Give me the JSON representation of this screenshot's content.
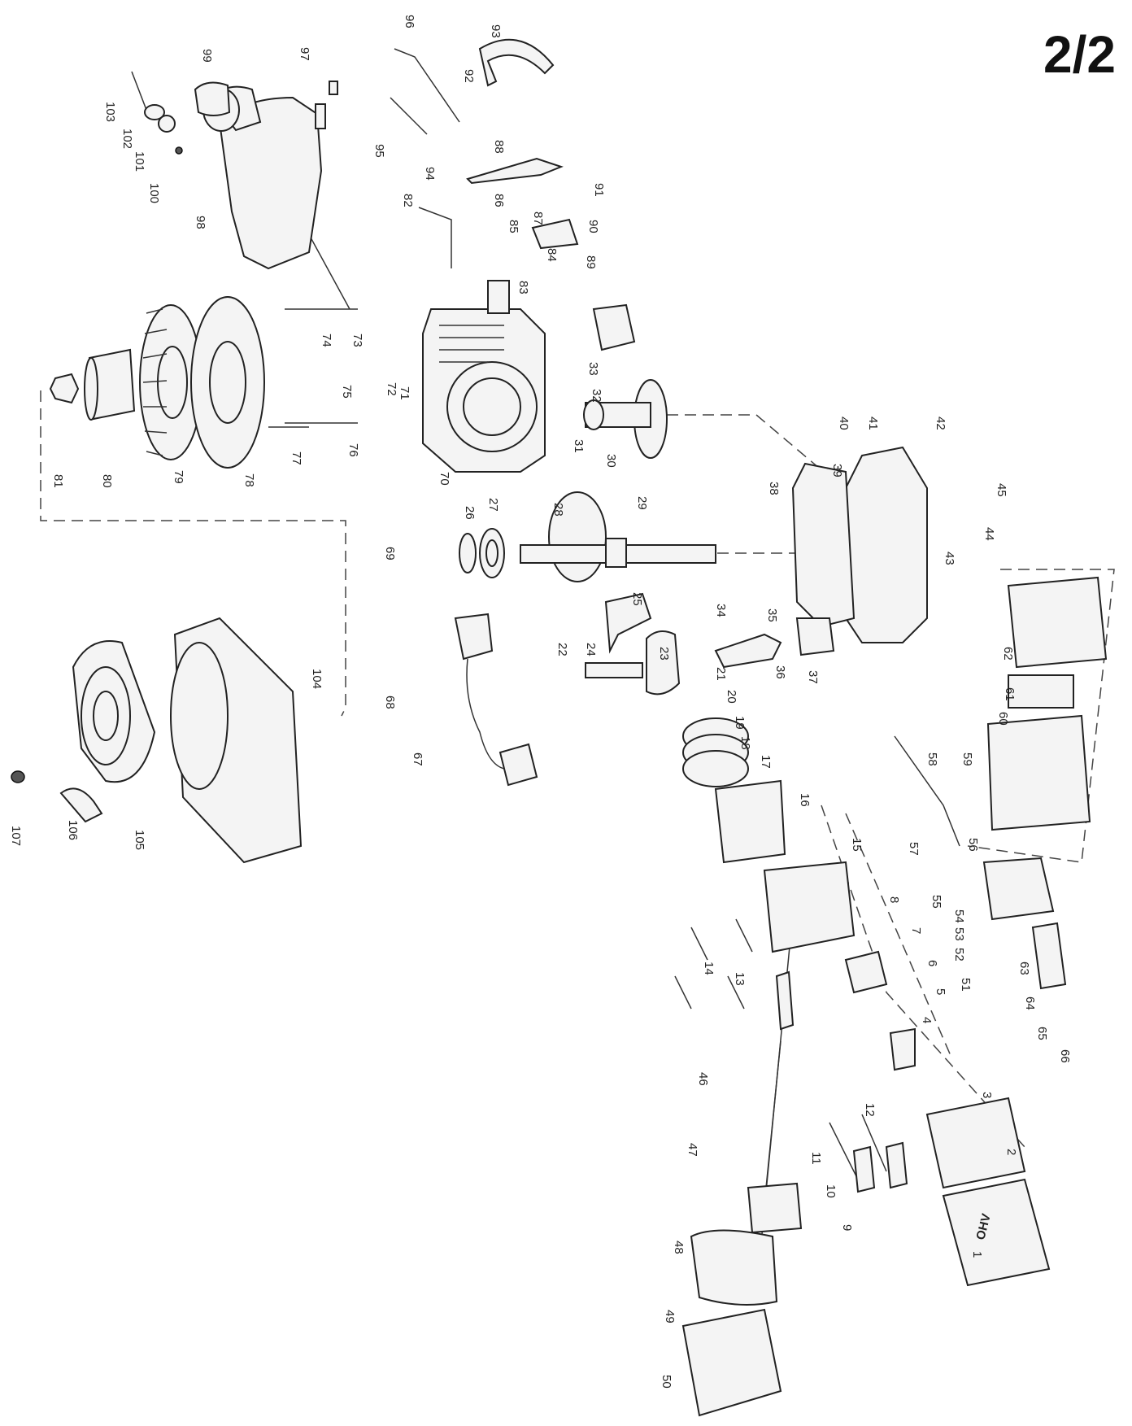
{
  "page_number": "2/2",
  "callouts": [
    "1",
    "2",
    "3",
    "4",
    "5",
    "6",
    "7",
    "8",
    "9",
    "10",
    "11",
    "12",
    "13",
    "14",
    "15",
    "16",
    "17",
    "18",
    "19",
    "20",
    "21",
    "22",
    "23",
    "24",
    "25",
    "26",
    "27",
    "28",
    "29",
    "30",
    "31",
    "32",
    "33",
    "34",
    "35",
    "36",
    "37",
    "38",
    "39",
    "40",
    "41",
    "42",
    "43",
    "44",
    "45",
    "46",
    "47",
    "48",
    "49",
    "50",
    "51",
    "52",
    "53",
    "54",
    "55",
    "56",
    "57",
    "58",
    "59",
    "60",
    "61",
    "62",
    "63",
    "64",
    "65",
    "66",
    "67",
    "68",
    "69",
    "70",
    "71",
    "72",
    "73",
    "74",
    "75",
    "76",
    "77",
    "78",
    "79",
    "80",
    "81",
    "82",
    "83",
    "84",
    "85",
    "86",
    "87",
    "88",
    "89",
    "90",
    "91",
    "92",
    "93",
    "94",
    "95",
    "96",
    "97",
    "98",
    "99",
    "100",
    "101",
    "102",
    "103",
    "104",
    "105",
    "106",
    "107"
  ],
  "valve_cover_text": "OHV"
}
